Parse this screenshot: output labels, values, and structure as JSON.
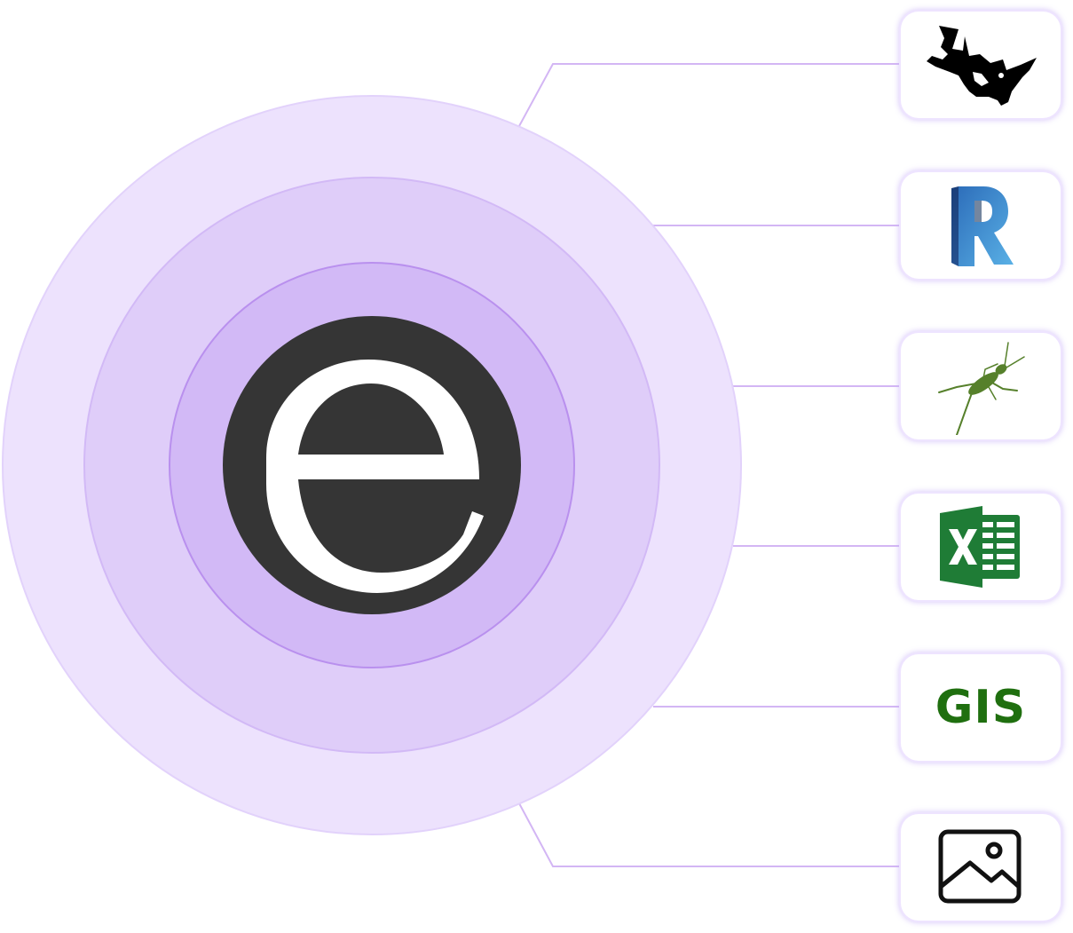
{
  "hub": {
    "logo_letter": "e",
    "logo_icon": "e-circle-logo-icon",
    "colors": {
      "ring_outer": "#ede2fd",
      "ring_middle": "#dfcdf9",
      "ring_inner": "#d2b9f6",
      "logo_fill": "#353535",
      "logo_letter": "#ffffff"
    }
  },
  "connector_color": "#d3b6f4",
  "integrations": [
    {
      "id": "rhino",
      "icon": "rhino-icon"
    },
    {
      "id": "revit",
      "icon": "revit-icon",
      "colors": [
        "#2e6fbb",
        "#5ab1e6"
      ]
    },
    {
      "id": "grasshopper",
      "icon": "grasshopper-icon",
      "colors": [
        "#56802b"
      ]
    },
    {
      "id": "excel",
      "icon": "excel-icon",
      "colors": [
        "#1f7c36"
      ]
    },
    {
      "id": "gis",
      "icon": "gis-text-icon",
      "label": "GIS",
      "colors": [
        "#1f6f0f"
      ]
    },
    {
      "id": "image",
      "icon": "image-icon",
      "colors": [
        "#111111"
      ]
    }
  ]
}
